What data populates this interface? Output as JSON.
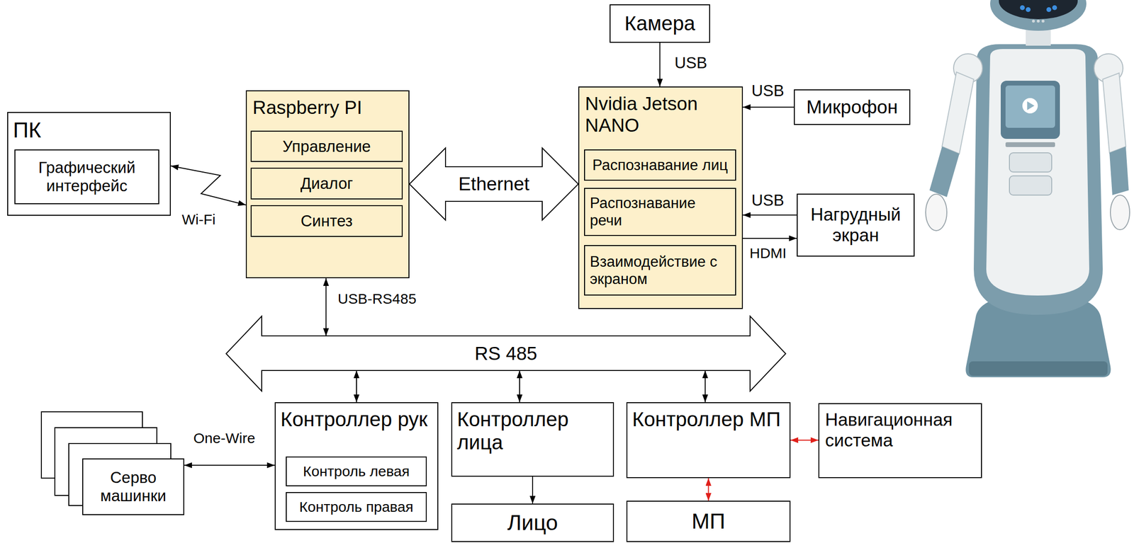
{
  "diagram": {
    "nodes": [
      {
        "text": [
          "ПК"
        ]
      },
      {
        "text": [
          "Графический интерфейс"
        ],
        "in": 0
      },
      {
        "text": [
          "Raspberry PI"
        ]
      },
      {
        "text": [
          "Управление"
        ],
        "in": 2
      },
      {
        "text": [
          "Диалог"
        ],
        "in": 2
      },
      {
        "text": [
          "Синтез"
        ],
        "in": 2
      },
      {
        "text": [
          "Камера"
        ]
      },
      {
        "text": [
          "Nvidia Jetson NANO"
        ]
      },
      {
        "text": [
          "Распознавание лиц"
        ],
        "in": 7
      },
      {
        "text": [
          "Распознавание речи"
        ],
        "in": 7
      },
      {
        "text": [
          "Взаимодействие с экраном"
        ],
        "in": 7
      },
      {
        "text": [
          "Микрофон"
        ]
      },
      {
        "text": [
          "Нагрудный экран"
        ]
      },
      {
        "text": [
          "RS 485"
        ]
      },
      {
        "text": [
          "Серво машинки"
        ]
      },
      {
        "text": [
          "Контроллер рук"
        ]
      },
      {
        "text": [
          "Контроль левая"
        ],
        "in": 15
      },
      {
        "text": [
          "Контроль правая"
        ],
        "in": 15
      },
      {
        "text": [
          "Контроллер лица"
        ]
      },
      {
        "text": [
          "Лицо"
        ]
      },
      {
        "text": [
          "Контроллер МП"
        ]
      },
      {
        "text": [
          "МП"
        ]
      },
      {
        "text": [
          "Навигационная система"
        ]
      }
    ],
    "edges": [
      {
        "from": 0,
        "to": 2,
        "arrow": "both",
        "label": "Wi-Fi"
      },
      {
        "from": 2,
        "to": 7,
        "arrow": "both",
        "label": "Ethernet"
      },
      {
        "from": 6,
        "to": 7,
        "arrow": "to",
        "label": "USB"
      },
      {
        "from": 11,
        "to": 7,
        "arrow": "to",
        "label": "USB"
      },
      {
        "from": 12,
        "to": 7,
        "arrow": "to",
        "label": "USB"
      },
      {
        "from": 7,
        "to": 12,
        "arrow": "to",
        "label": "HDMI"
      },
      {
        "from": 2,
        "to": 13,
        "arrow": "both",
        "label": "USB-RS485"
      },
      {
        "from": 13,
        "to": 15,
        "arrow": "both"
      },
      {
        "from": 13,
        "to": 18,
        "arrow": "both"
      },
      {
        "from": 13,
        "to": 20,
        "arrow": "both"
      },
      {
        "from": 14,
        "to": 15,
        "arrow": "both",
        "label": "One-Wire"
      },
      {
        "from": 18,
        "to": 19,
        "arrow": "to"
      },
      {
        "from": 20,
        "to": 22,
        "arrow": "both"
      },
      {
        "from": 20,
        "to": 21,
        "arrow": "both"
      }
    ]
  }
}
